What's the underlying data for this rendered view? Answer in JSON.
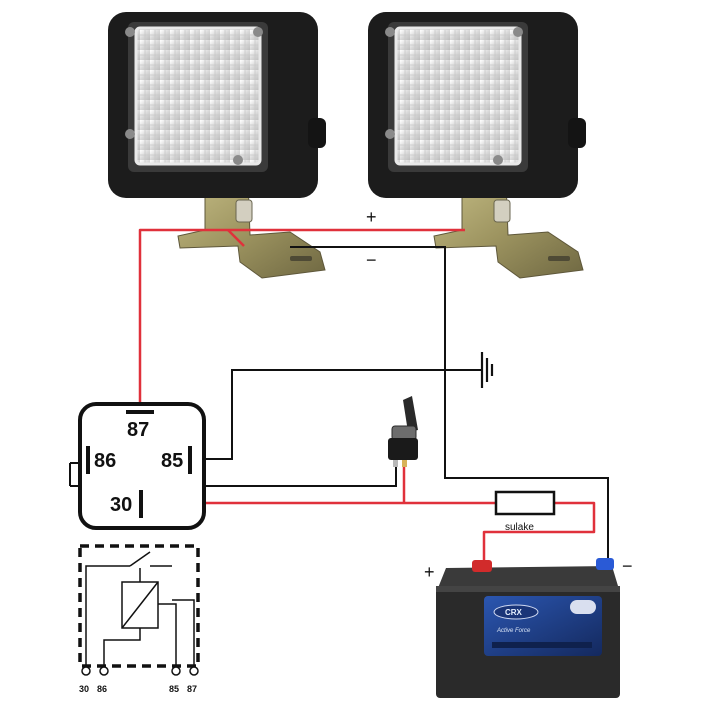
{
  "lamps": [
    {
      "name": "work-lamp-left"
    },
    {
      "name": "work-lamp-right"
    }
  ],
  "polarity": {
    "plus": "+",
    "minus": "−"
  },
  "relay": {
    "pin_87": "87",
    "pin_86": "86",
    "pin_85": "85",
    "pin_30": "30"
  },
  "relay_schematic": {
    "pins": [
      "30",
      "86",
      "85",
      "87"
    ]
  },
  "fuse": {
    "label": "sulake"
  },
  "battery": {
    "brand": "CRX",
    "model": "Active Force",
    "plus": "+",
    "minus": "−"
  },
  "colors": {
    "positive_wire": "#e0313b",
    "negative_wire": "#111111",
    "lamp_body": "#1c1c1c",
    "bracket": "#a39a62",
    "battery_body": "#2a2a2a",
    "battery_label": "#1d3f8a"
  }
}
